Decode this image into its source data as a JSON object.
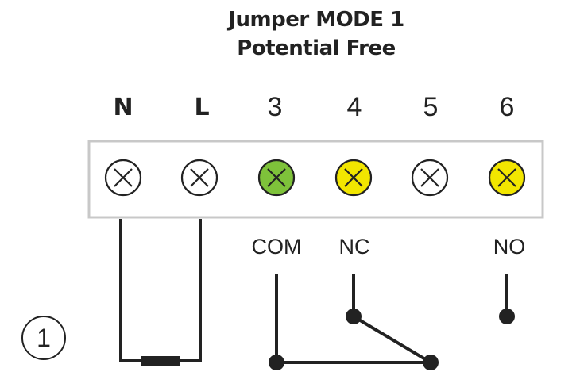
{
  "title": {
    "line1": "Jumper MODE 1",
    "line2": "Potential Free"
  },
  "terminals": [
    {
      "label": "N",
      "bold": true,
      "fill": "#ffffff"
    },
    {
      "label": "L",
      "bold": true,
      "fill": "#ffffff"
    },
    {
      "label": "3",
      "bold": false,
      "fill": "#7ec23a"
    },
    {
      "label": "4",
      "bold": false,
      "fill": "#f2e600"
    },
    {
      "label": "5",
      "bold": false,
      "fill": "#ffffff"
    },
    {
      "label": "6",
      "bold": false,
      "fill": "#f2e600"
    }
  ],
  "signals": {
    "com": "COM",
    "nc": "NC",
    "no": "NO"
  },
  "badge": "1",
  "colors": {
    "line": "#222222",
    "block_border": "#c8c8c8"
  }
}
